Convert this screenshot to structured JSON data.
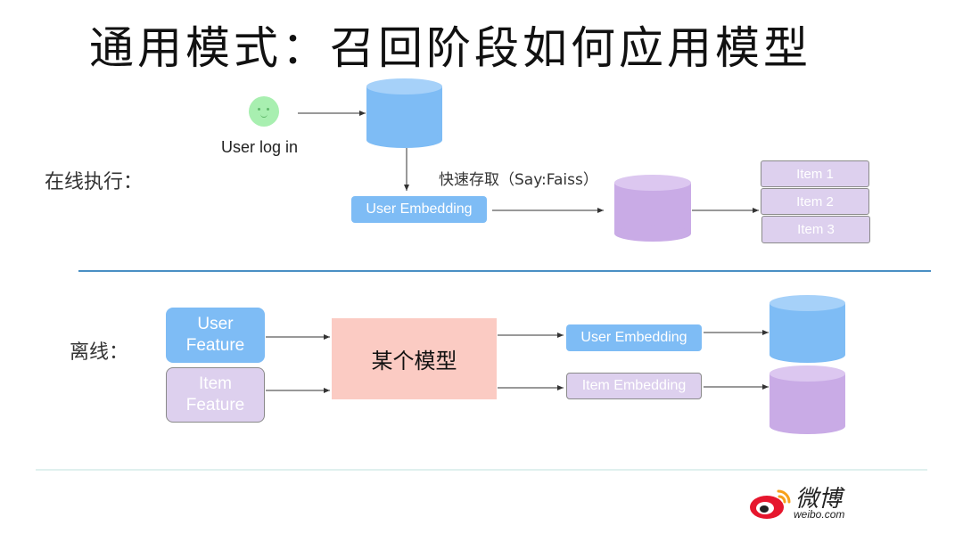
{
  "title": "通用模式：召回阶段如何应用模型",
  "online": {
    "label": "在线执行：",
    "user_login": "User log in",
    "faiss_label": "快速存取（Say:Faiss）",
    "user_embedding": "User Embedding",
    "items": [
      "Item 1",
      "Item 2",
      "Item 3"
    ]
  },
  "offline": {
    "label": "离线：",
    "user_feature": [
      "User",
      "Feature"
    ],
    "item_feature": [
      "Item",
      "Feature"
    ],
    "model": "某个模型",
    "user_embedding": "User Embedding",
    "item_embedding": "Item Embedding"
  },
  "logo": {
    "cn": "微博",
    "en": "weibo.com"
  },
  "colors": {
    "blue": "#7ebcf5",
    "purple": "#ddd0ee",
    "model": "#fbcbc3",
    "divider": "#4a8fc4",
    "avatar": "#a8efb0",
    "logo_red": "#e6162d",
    "logo_orange": "#f7a11a"
  },
  "icons": [
    "user-avatar-icon",
    "database-icon",
    "weibo-logo-icon"
  ]
}
